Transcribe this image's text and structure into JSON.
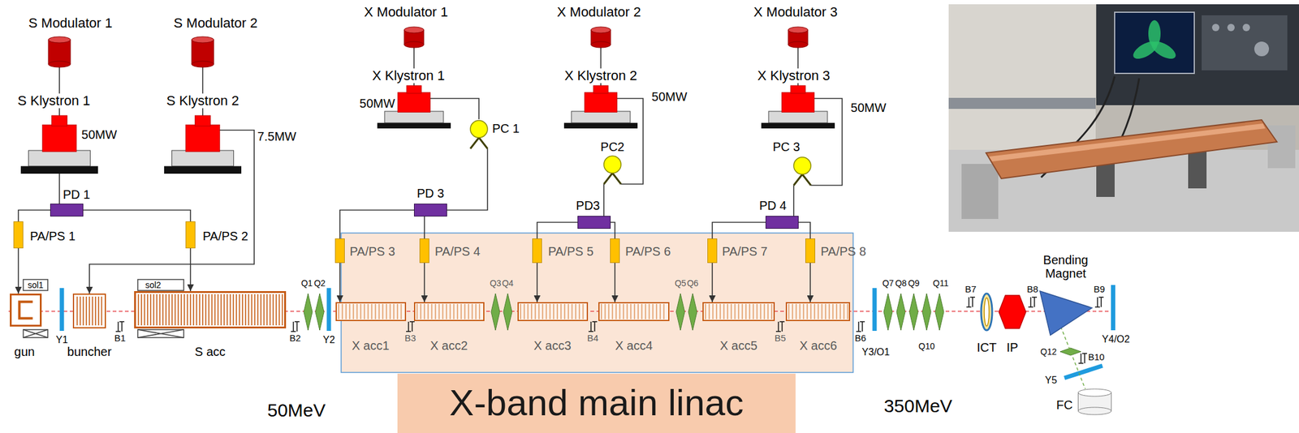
{
  "diagram": {
    "nodes": [
      {
        "text": [
          "S Modulator 1"
        ]
      },
      {
        "text": [
          "S Modulator 2"
        ]
      },
      {
        "text": [
          "X Modulator 1"
        ]
      },
      {
        "text": [
          "X Modulator 2"
        ]
      },
      {
        "text": [
          "X Modulator 3"
        ]
      },
      {
        "text": [
          "S Klystron 1",
          "50MW"
        ]
      },
      {
        "text": [
          "S Klystron 2",
          "7.5MW"
        ]
      },
      {
        "text": [
          "X Klystron 1",
          "50MW"
        ]
      },
      {
        "text": [
          "X Klystron 2",
          "50MW"
        ]
      },
      {
        "text": [
          "X Klystron 3",
          "50MW"
        ]
      },
      {
        "text": [
          "PC 1"
        ]
      },
      {
        "text": [
          "PC2"
        ]
      },
      {
        "text": [
          "PC 3"
        ]
      },
      {
        "text": [
          "PD 1"
        ]
      },
      {
        "text": [
          "PD 3"
        ]
      },
      {
        "text": [
          "PD3"
        ]
      },
      {
        "text": [
          "PD 4"
        ]
      },
      {
        "text": [
          "PA/PS 1"
        ]
      },
      {
        "text": [
          "PA/PS 2"
        ]
      },
      {
        "text": [
          "PA/PS 3"
        ]
      },
      {
        "text": [
          "PA/PS 4"
        ]
      },
      {
        "text": [
          "PA/PS 5"
        ]
      },
      {
        "text": [
          "PA/PS 6"
        ]
      },
      {
        "text": [
          "PA/PS 7"
        ]
      },
      {
        "text": [
          "PA/PS 8"
        ]
      },
      {
        "text": [
          "gun"
        ]
      },
      {
        "text": [
          "buncher"
        ]
      },
      {
        "text": [
          "S acc"
        ]
      },
      {
        "text": [
          "X acc1"
        ]
      },
      {
        "text": [
          "X acc2"
        ]
      },
      {
        "text": [
          "X acc3"
        ]
      },
      {
        "text": [
          "X acc4"
        ]
      },
      {
        "text": [
          "X acc5"
        ]
      },
      {
        "text": [
          "X acc6"
        ]
      },
      {
        "text": [
          "ICT"
        ]
      },
      {
        "text": [
          "IP"
        ]
      },
      {
        "text": [
          "Bending Magnet"
        ]
      },
      {
        "text": [
          "FC"
        ]
      },
      {
        "text": [
          "X-band main linac"
        ]
      }
    ],
    "edges": [
      {
        "from": 0,
        "to": 5,
        "arrow": "none"
      },
      {
        "from": 1,
        "to": 6,
        "arrow": "none"
      },
      {
        "from": 5,
        "to": 13,
        "arrow": "none"
      },
      {
        "from": 13,
        "to": 17,
        "arrow": "none"
      },
      {
        "from": 13,
        "to": 18,
        "arrow": "none"
      },
      {
        "from": 17,
        "to": 25,
        "arrow": "to"
      },
      {
        "from": 18,
        "to": 27,
        "arrow": "to"
      },
      {
        "from": 6,
        "to": 26,
        "arrow": "to"
      },
      {
        "from": 2,
        "to": 7,
        "arrow": "none"
      },
      {
        "from": 7,
        "to": 10,
        "arrow": "none"
      },
      {
        "from": 10,
        "to": 14,
        "arrow": "none"
      },
      {
        "from": 14,
        "to": 19,
        "arrow": "none"
      },
      {
        "from": 14,
        "to": 20,
        "arrow": "none"
      },
      {
        "from": 19,
        "to": 28,
        "arrow": "to"
      },
      {
        "from": 20,
        "to": 29,
        "arrow": "to"
      },
      {
        "from": 3,
        "to": 8,
        "arrow": "none"
      },
      {
        "from": 8,
        "to": 11,
        "arrow": "none"
      },
      {
        "from": 11,
        "to": 15,
        "arrow": "none"
      },
      {
        "from": 15,
        "to": 21,
        "arrow": "none"
      },
      {
        "from": 15,
        "to": 22,
        "arrow": "none"
      },
      {
        "from": 21,
        "to": 30,
        "arrow": "to"
      },
      {
        "from": 22,
        "to": 31,
        "arrow": "to"
      },
      {
        "from": 4,
        "to": 9,
        "arrow": "none"
      },
      {
        "from": 9,
        "to": 12,
        "arrow": "none"
      },
      {
        "from": 12,
        "to": 16,
        "arrow": "none"
      },
      {
        "from": 16,
        "to": 23,
        "arrow": "none"
      },
      {
        "from": 16,
        "to": 24,
        "arrow": "none"
      },
      {
        "from": 23,
        "to": 32,
        "arrow": "to"
      },
      {
        "from": 24,
        "to": 33,
        "arrow": "to"
      }
    ],
    "labels": [
      "sol1",
      "Y1",
      "B1",
      "sol2",
      "B2",
      "Q1",
      "Q2",
      "Y2",
      "B3",
      "Q3",
      "Q4",
      "B4",
      "Q5",
      "Q6",
      "B5",
      "B6",
      "Y3/O1",
      "Q7",
      "Q8",
      "Q9",
      "Q10",
      "Q11",
      "B7",
      "B8",
      "B9",
      "Y4/O2",
      "Q12",
      "B10",
      "Y5",
      "50MeV",
      "350MeV"
    ]
  }
}
